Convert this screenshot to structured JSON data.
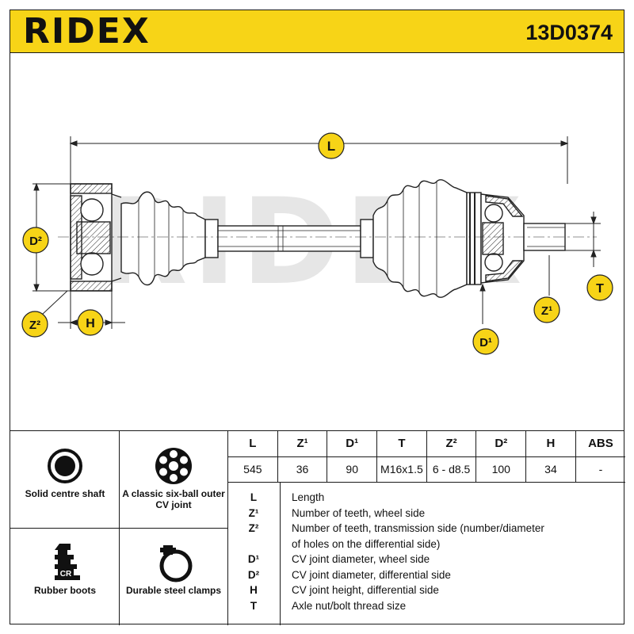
{
  "header": {
    "brand": "RIDEX",
    "part_number": "13D0374"
  },
  "diagram": {
    "labels": {
      "L": "L",
      "D2": "D²",
      "Z2": "Z²",
      "H": "H",
      "T": "T",
      "Z1": "Z¹",
      "D1": "D¹"
    },
    "watermark": "RIDEX",
    "accent_color": "#f7d417"
  },
  "features": [
    {
      "icon": "solid-shaft-icon",
      "label": "Solid centre shaft"
    },
    {
      "icon": "six-ball-cv-joint-icon",
      "label": "A classic six-ball outer CV joint"
    },
    {
      "icon": "rubber-boot-icon",
      "label": "Rubber boots",
      "icon_text": "CR"
    },
    {
      "icon": "steel-clamp-icon",
      "label": "Durable steel clamps"
    }
  ],
  "spec_table": {
    "headers": [
      "L",
      "Z¹",
      "D¹",
      "T",
      "Z²",
      "D²",
      "H",
      "ABS"
    ],
    "values": [
      "545",
      "36",
      "90",
      "M16x1.5",
      "6 - d8.5",
      "100",
      "34",
      "-"
    ]
  },
  "legend": [
    {
      "symbol": "L",
      "desc": "Length"
    },
    {
      "symbol": "Z¹",
      "desc": "Number of teeth, wheel side"
    },
    {
      "symbol": "Z²",
      "desc": "Number of teeth, transmission side (number/diameter"
    },
    {
      "symbol": "",
      "desc": "of holes on the differential side)"
    },
    {
      "symbol": "D¹",
      "desc": "CV joint diameter, wheel side"
    },
    {
      "symbol": "D²",
      "desc": "CV joint diameter, differential side"
    },
    {
      "symbol": "H",
      "desc": "CV joint height, differential side"
    },
    {
      "symbol": "T",
      "desc": "Axle nut/bolt thread size"
    }
  ]
}
